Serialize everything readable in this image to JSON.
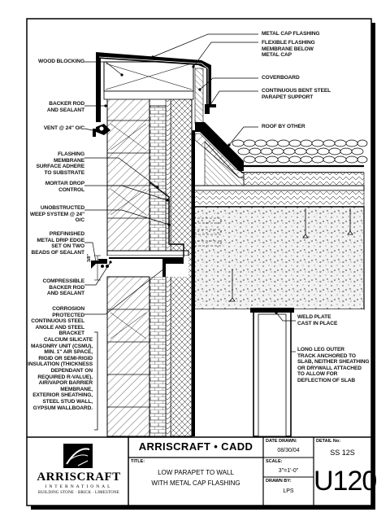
{
  "labels": {
    "metal_cap_flashing": "METAL CAP FLASHING",
    "flexible_flashing": "FLEXIBLE FLASHING\nMEMBRANE BELOW\nMETAL CAP",
    "coverboard": "COVERBOARD",
    "continuous_bent_steel": "CONTINUOUS BENT STEEL\nPARAPET SUPPORT",
    "roof_by_other": "ROOF BY OTHER",
    "wood_blocking": "WOOD BLOCKING",
    "backer_rod_sealant": "BACKER ROD\nAND SEALANT",
    "vent": "VENT @ 24\" O/C",
    "flashing_membrane": "FLASHING MEMBRANE\nSURFACE ADHERE\nTO SUBSTRATE",
    "mortar_drop": "MORTAR DROP\nCONTROL",
    "weep_system": "UNOBSTRUCTED\nWEEP SYSTEM @ 24\" O/C",
    "drip_edge": "PREFINISHED\nMETAL DRIP EDGE\nSET ON TWO\nBEADS OF SEALANT",
    "compressible": "COMPRESSIBLE\nBACKER ROD\nAND SEALANT",
    "corrosion": "CORROSION PROTECTED\nCONTINUOUS STEEL\nANGLE AND STEEL BRACKET",
    "calcium_silicate": "CALCIUM SILICATE\nMASONRY UNIT (CSMU),\nMIN. 1\" AIR SPACE,\nRIGID OR SEMI-RIGID\nINSULATION (THICKNESS\nDEPENDANT ON\nREQUIRED R-VALUE),\nAIR/VAPOR BARRIER\nMEMBRANE,\nEXTERIOR SHEATHING,\nSTEEL STUD WALL,\nGYPSUM WALLBOARD.",
    "weld_plate": "WELD PLATE\nCAST IN PLACE",
    "long_leg": "LONG LEG OUTER\nTRACK ANCHORED TO\nSLAB, NEITHER SHEATHING\nOR DRYWALL ATTACHED\nTO ALLOW FOR\nDEFLECTION OF SLAB",
    "dim": "3/8\""
  },
  "title_block": {
    "company_name": "ARRISCRAFT",
    "company_sub": "INTERNATIONAL",
    "company_tag": "BUILDING STONE · BRICK · LIMESTONE",
    "cadd_title": "ARRISCRAFT • CADD",
    "title_caption": "TITLE:",
    "title_line1": "LOW PARAPET TO WALL",
    "title_line2": "WITH METAL CAP FLASHING",
    "date_caption": "DATE DRAWN:",
    "date_value": "08/30/04",
    "scale_caption": "SCALE:",
    "scale_value": "3\"=1'-0\"",
    "drawn_caption": "DRAWN BY:",
    "drawn_value": "LPS",
    "detail_caption": "DETAIL No:",
    "detail_value": "SS 12S",
    "sheet_code": "U120"
  },
  "colors": {
    "ink": "#000000",
    "paper": "#ffffff",
    "concrete": "#eeeeee",
    "gravel": "#ffffff"
  }
}
